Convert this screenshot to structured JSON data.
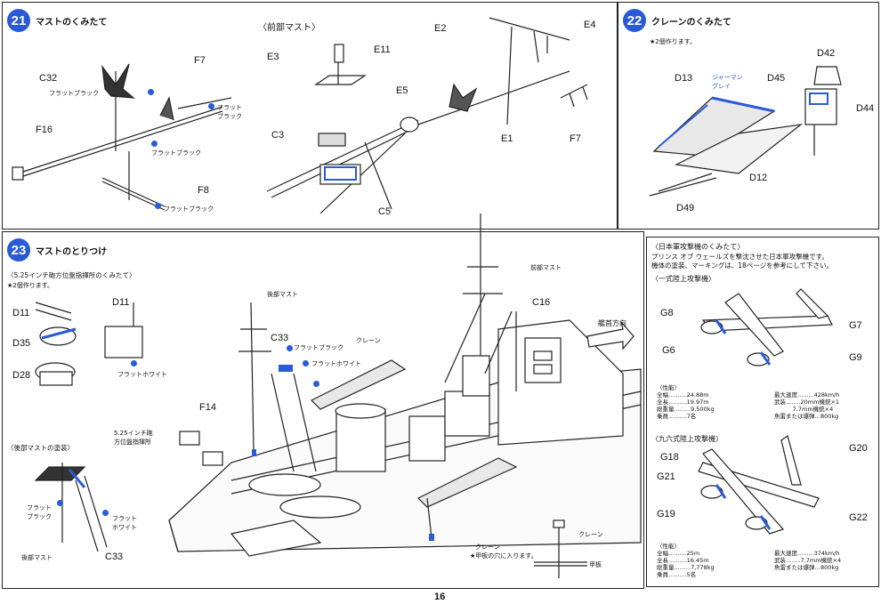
{
  "page_number": "16",
  "colors": {
    "accent": "#2a5bd7",
    "line": "#222222"
  },
  "step21": {
    "number": "21",
    "title": "マストのくみたて",
    "parts": {
      "c32": "C32",
      "f7": "F7",
      "f16": "F16",
      "f8": "F8"
    },
    "paints": {
      "a": "フラットブラック",
      "b": "フラット\nブラック",
      "c": "フラットブラック",
      "d": "フラットブラック"
    },
    "sub_title": "〈前部マスト〉",
    "sub_parts": {
      "e3": "E3",
      "e11": "E11",
      "e5": "E5",
      "c3": "C3",
      "c5": "C5",
      "e2": "E2",
      "e4": "E4",
      "e1": "E1",
      "f7b": "F7"
    }
  },
  "step22": {
    "number": "22",
    "title": "クレーンのくみたて",
    "note": "★2個作ります。",
    "paint": "ジャーマン\nグレイ",
    "parts": {
      "d13": "D13",
      "d42": "D42",
      "d45": "D45",
      "d44": "D44",
      "d12": "D12",
      "d49": "D49"
    }
  },
  "step23": {
    "number": "23",
    "title": "マストのとりつけ",
    "sub1_title": "〈5.25インチ砲方位盤指揮所のくみたて〉",
    "sub1_note": "★2個作ります。",
    "sub1_parts": {
      "d11a": "D11",
      "d11b": "D11",
      "d35": "D35",
      "d28": "D28"
    },
    "sub1_paint": "フラットホワイト",
    "sub2_title": "〈後部マストの塗装〉",
    "sub2_paints": {
      "a": "フラット\nブラック",
      "b": "フラット\nホワイト"
    },
    "sub2_labels": {
      "mast": "後部マスト",
      "c33": "C33"
    },
    "labels": {
      "fore_mast": "前部マスト",
      "aft_mast": "後部マスト",
      "crane": "クレーン",
      "bow_dir": "艦首方向",
      "director": "5.25インチ砲\n方位盤指揮所",
      "crane_note_a": "クレーン",
      "crane_note_b": "★甲板の穴に入ります。",
      "deck": "甲板",
      "crane_side": "クレーン"
    },
    "parts": {
      "c33": "C33",
      "c16": "C16",
      "f14": "F14"
    },
    "paints": {
      "black": "フラットブラック",
      "white": "フラットホワイト"
    }
  },
  "aircraft": {
    "title": "〈日本軍攻撃機のくみたて〉",
    "desc": "プリンス オブ ウェールズを撃沈させた日本軍攻撃機です。\n機体の塗装、マーキングは、18ページを参考にして下さい。",
    "g4m_title": "〈一式陸上攻撃機〉",
    "g4m_parts": {
      "g8": "G8",
      "g7": "G7",
      "g6": "G6",
      "g9": "G9"
    },
    "g4m_specs_left": "〈性能〉\n全幅..........24.88m\n全長..........19.97m\n総重量.........9,500kg\n乗員..........7名",
    "g4m_specs_right": "最大速度.........428km/h\n武装........20mm機銃×1\n          7.7mm機銃×4\n魚雷または爆弾…800kg",
    "g3m_title": "〈九六式陸上攻撃機〉",
    "g3m_parts": {
      "g18": "G18",
      "g20": "G20",
      "g21": "G21",
      "g19": "G19",
      "g22": "G22"
    },
    "g3m_specs_left": "〈性能〉\n全幅..........25m\n全長..........16.45m\n総重量.........7,778kg\n乗員..........5名",
    "g3m_specs_right": "最大速度.........374km/h\n武装........7.7mm機銃×4\n魚雷または爆弾…800kg"
  }
}
